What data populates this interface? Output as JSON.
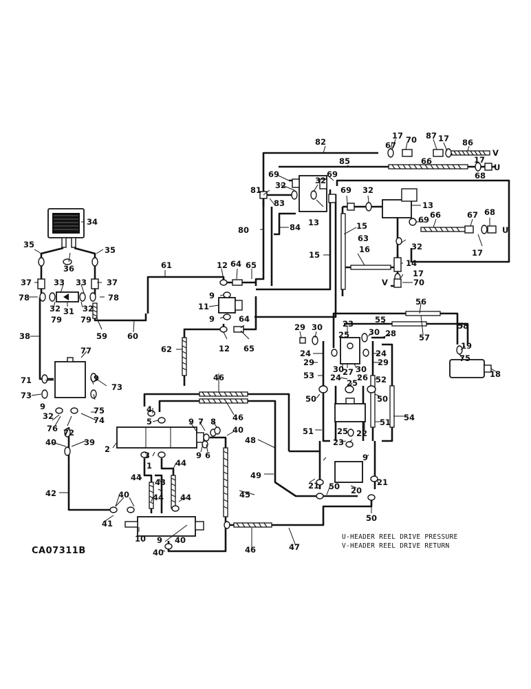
{
  "diagram": {
    "drawing_code": "CA07311B",
    "legend": [
      "U-HEADER REEL DRIVE PRESSURE",
      "V-HEADER REEL DRIVE RETURN"
    ],
    "line_end_markers": [
      "V",
      "U",
      "U",
      "V"
    ],
    "callouts": {
      "c1": "82",
      "c2": "17",
      "c3": "70",
      "c4": "87",
      "c5": "17",
      "c6": "86",
      "c7": "67",
      "c8": "85",
      "c9": "66",
      "c10": "17",
      "c11": "68",
      "c12": "69",
      "c13": "69",
      "c14": "81",
      "c15": "32",
      "c16": "83",
      "c17": "32",
      "c18": "13",
      "c19": "69",
      "c20": "32",
      "c21": "13",
      "c22": "66",
      "c23": "67",
      "c24": "68",
      "c25": "69",
      "c26": "80",
      "c27": "84",
      "c28": "15",
      "c29": "63",
      "c30": "32",
      "c31": "15",
      "c32": "16",
      "c33": "14",
      "c34": "17",
      "c35": "70",
      "c36": "17",
      "c37": "34",
      "c38": "35",
      "c39": "35",
      "c40": "36",
      "c41": "61",
      "c42": "12",
      "c43": "64",
      "c44": "65",
      "c45": "37",
      "c46": "33",
      "c47": "33",
      "c48": "37",
      "c49": "78",
      "c50": "78",
      "c51": "32",
      "c52": "31",
      "c53": "32",
      "c54": "79",
      "c55": "79",
      "c56": "9",
      "c57": "11",
      "c58": "9",
      "c59": "64",
      "c60": "59",
      "c61": "60",
      "c62": "12",
      "c63": "65",
      "c64": "56",
      "c65": "38",
      "c66": "62",
      "c67": "29",
      "c68": "30",
      "c69": "23",
      "c70": "55",
      "c71": "25",
      "c72": "30",
      "c73": "28",
      "c74": "58",
      "c75": "57",
      "c76": "24",
      "c77": "24",
      "c78": "29",
      "c79": "29",
      "c80": "19",
      "c81": "75",
      "c82": "30",
      "c83": "27",
      "c84": "30",
      "c85": "77",
      "c86": "53",
      "c87": "24",
      "c88": "26",
      "c89": "52",
      "c90": "18",
      "c91": "71",
      "c92": "9",
      "c93": "73",
      "c94": "46",
      "c95": "25",
      "c96": "73",
      "c97": "9",
      "c98": "75",
      "c99": "50",
      "c100": "50",
      "c101": "4",
      "c102": "46",
      "c103": "32",
      "c104": "74",
      "c105": "76",
      "c106": "72",
      "c107": "5",
      "c108": "54",
      "c109": "39",
      "c110": "40",
      "c111": "9",
      "c112": "7",
      "c113": "8",
      "c114": "40",
      "c115": "51",
      "c116": "22",
      "c117": "51",
      "c118": "25",
      "c119": "48",
      "c120": "2",
      "c121": "9",
      "c122": "6",
      "c123": "23",
      "c124": "3",
      "c125": "44",
      "c126": "9",
      "c127": "1",
      "c128": "49",
      "c129": "21",
      "c130": "44",
      "c131": "43",
      "c132": "20",
      "c133": "21",
      "c134": "50",
      "c135": "42",
      "c136": "40",
      "c137": "44",
      "c138": "44",
      "c139": "45",
      "c140": "41",
      "c141": "50",
      "c142": "10",
      "c143": "46",
      "c144": "47",
      "c145": "40",
      "c146": "9",
      "c147": "40"
    }
  }
}
